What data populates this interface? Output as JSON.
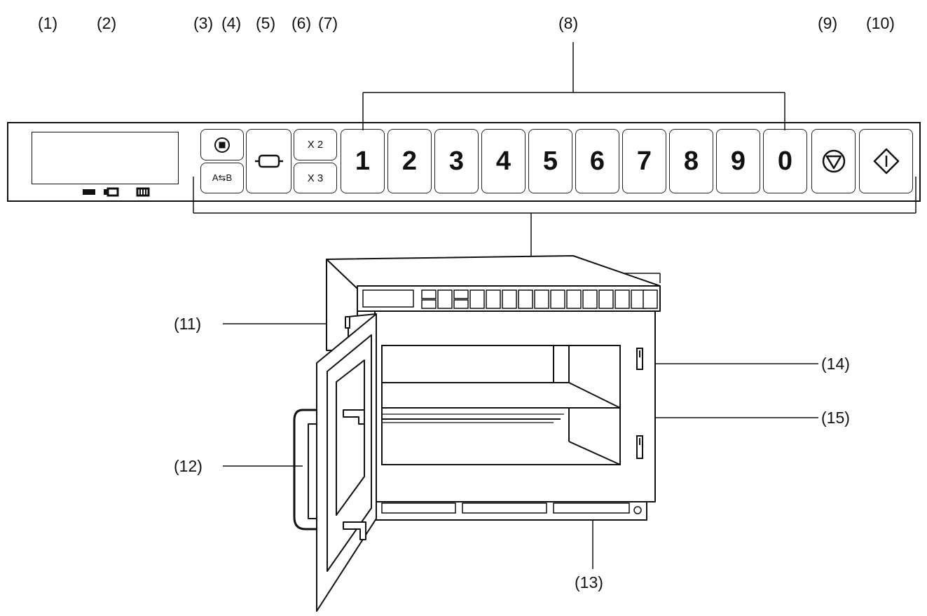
{
  "callouts": {
    "c1": "(1)",
    "c2": "(2)",
    "c3": "(3)",
    "c4": "(4)",
    "c5": "(5)",
    "c6": "(6)",
    "c7": "(7)",
    "c8": "(8)",
    "c9": "(9)",
    "c10": "(10)",
    "c11": "(11)",
    "c12": "(12)",
    "c13": "(13)",
    "c14": "(14)",
    "c15": "(15)"
  },
  "keys": {
    "ab": "A⇆B",
    "x2": "X 2",
    "x3": "X 3",
    "digits": [
      "1",
      "2",
      "3",
      "4",
      "5",
      "6",
      "7",
      "8",
      "9",
      "0"
    ]
  },
  "icons": {
    "key3": "stop-square-icon",
    "key5": "oven-tray-icon",
    "key9": "stop-triangle-icon",
    "key10": "start-diamond-icon",
    "indicator": "power-level-indicator-icons"
  }
}
